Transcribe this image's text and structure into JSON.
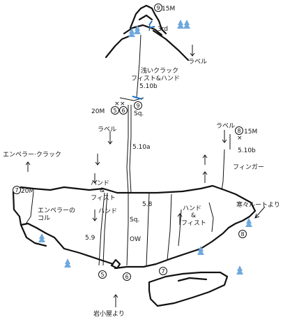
{
  "labels": {
    "p9_top": "15M",
    "third": "3rd",
    "rappel_top": "ラベル",
    "shallow_crack": "浅いクラック",
    "fist_hand": "フィスト&ハンド",
    "grade_510b_top": "5.10b",
    "anchor_20m": "20M",
    "sq_mid": "Sq.",
    "rappel_left": "ラベル",
    "grade_510a": "5.10a",
    "emperor_crack": "エンペラー·クラック",
    "p7_20m": "20M",
    "hand_fist_left": "ハンド\n&\nフィスト",
    "hand_left": "ハンド",
    "emperor_col": "エンペラーの\nコル",
    "grade_59": "5.9",
    "grade_58": "5.8",
    "sq_low": "Sq.",
    "ow": "OW",
    "hand_fist_right": "ハンド\n&\nフィスト",
    "rappel_right": "ラベル",
    "p8_15m": "15M",
    "grade_510b_right": "5.10b",
    "finger": "フィンガー",
    "from_samusamu": "寒々ルートより",
    "from_iwagoya": "岩小屋より"
  },
  "anchors": {
    "n9_top": "9",
    "n9_mid": "9",
    "n5_top": "5",
    "n6_top": "6",
    "n7_left": "7",
    "n8_right": "8",
    "n8_low": "8",
    "n5_low": "5",
    "n6_low": "6",
    "n7_low": "7"
  },
  "colors": {
    "ink": "#111111",
    "tree": "#6fa8dc",
    "bolt_blue": "#1a73c9"
  }
}
